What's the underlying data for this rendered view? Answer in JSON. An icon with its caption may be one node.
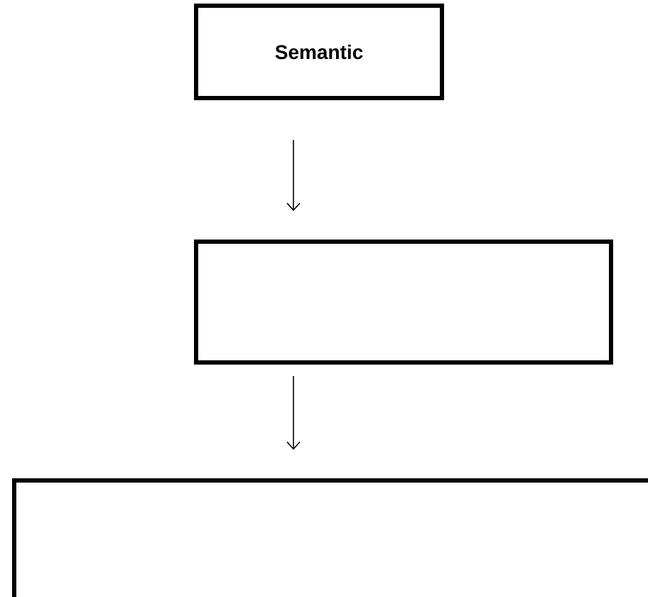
{
  "diagram": {
    "nodes": [
      {
        "text": [
          "Semantic"
        ]
      },
      {
        "text": [],
        "shape": "box"
      },
      {
        "text": [],
        "shape": "box"
      }
    ],
    "edges": [
      {
        "from": 0,
        "to": 1,
        "arrow": "to"
      },
      {
        "from": 1,
        "to": 2,
        "arrow": "to"
      }
    ]
  }
}
